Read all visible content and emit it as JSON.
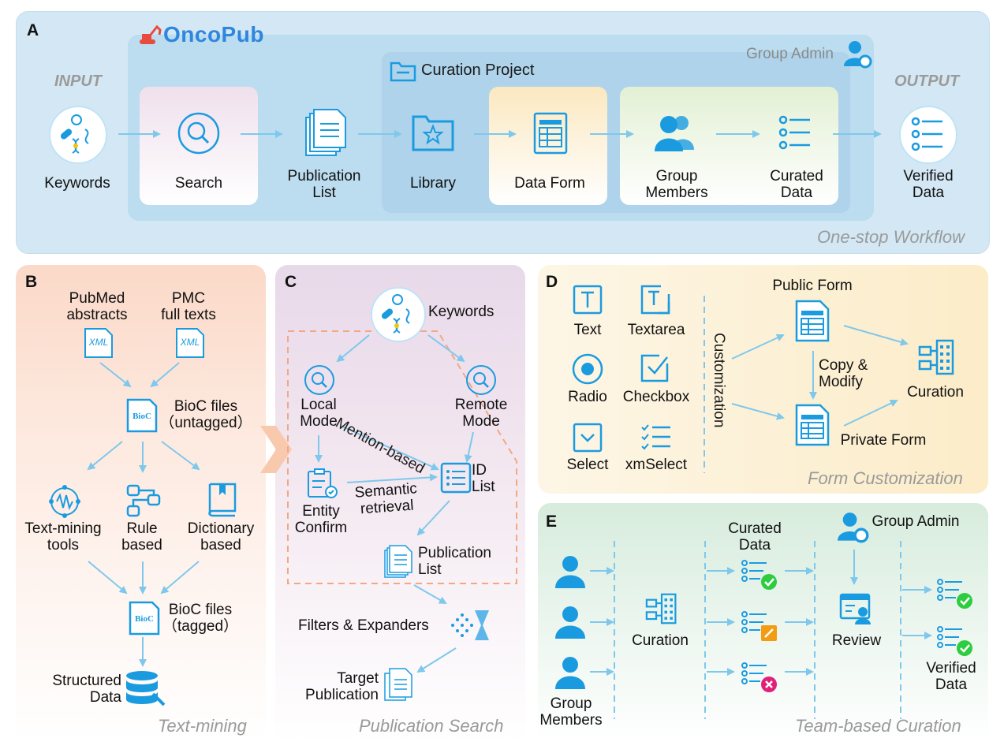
{
  "brand": {
    "name": "OncoPub"
  },
  "panelA": {
    "letter": "A",
    "input": "INPUT",
    "output": "OUTPUT",
    "group_admin": "Group Admin",
    "curation_project": "Curation Project",
    "keywords": "Keywords",
    "search": "Search",
    "publication_list": "Publication\nList",
    "library": "Library",
    "data_form": "Data Form",
    "group_members": "Group\nMembers",
    "curated_data": "Curated\nData",
    "verified_data": "Verified\nData",
    "footer": "One-stop Workflow"
  },
  "panelB": {
    "letter": "B",
    "pubmed": "PubMed\nabstracts",
    "pmc": "PMC\nfull texts",
    "xml": "XML",
    "bioc_tag": "BioC",
    "bioc_untagged": "BioC files\n（untagged）",
    "text_mining_tools": "Text-mining\ntools",
    "rule_based": "Rule\nbased",
    "dictionary_based": "Dictionary\nbased",
    "bioc_tagged": "BioC files\n（tagged）",
    "structured_data": "Structured\nData",
    "footer": "Text-mining"
  },
  "panelC": {
    "letter": "C",
    "keywords": "Keywords",
    "local_mode": "Local\nMode",
    "remote_mode": "Remote\nMode",
    "mention_based": "Mention-based",
    "entity_confirm": "Entity\nConfirm",
    "semantic_retrieval": "Semantic\nretrieval",
    "id_list": "ID\nList",
    "publication_list": "Publication\nList",
    "filters": "Filters & Expanders",
    "target_publication": "Target\nPublication",
    "footer": "Publication Search"
  },
  "panelD": {
    "letter": "D",
    "text": "Text",
    "textarea": "Textarea",
    "radio": "Radio",
    "checkbox": "Checkbox",
    "select": "Select",
    "xmselect": "xmSelect",
    "customization": "Customization",
    "public_form": "Public Form",
    "copy_modify": "Copy &\nModify",
    "curation": "Curation",
    "private_form": "Private Form",
    "footer": "Form Customization"
  },
  "panelE": {
    "letter": "E",
    "curated_data": "Curated\nData",
    "group_admin": "Group Admin",
    "curation": "Curation",
    "review": "Review",
    "group_members": "Group\nMembers",
    "verified_data": "Verified\nData",
    "footer": "Team-based Curation"
  },
  "colors": {
    "accent": "#1a9be0",
    "arrow": "#7fc8ec",
    "approve": "#2ecc40",
    "edit": "#f39c12",
    "reject": "#e0207a"
  }
}
